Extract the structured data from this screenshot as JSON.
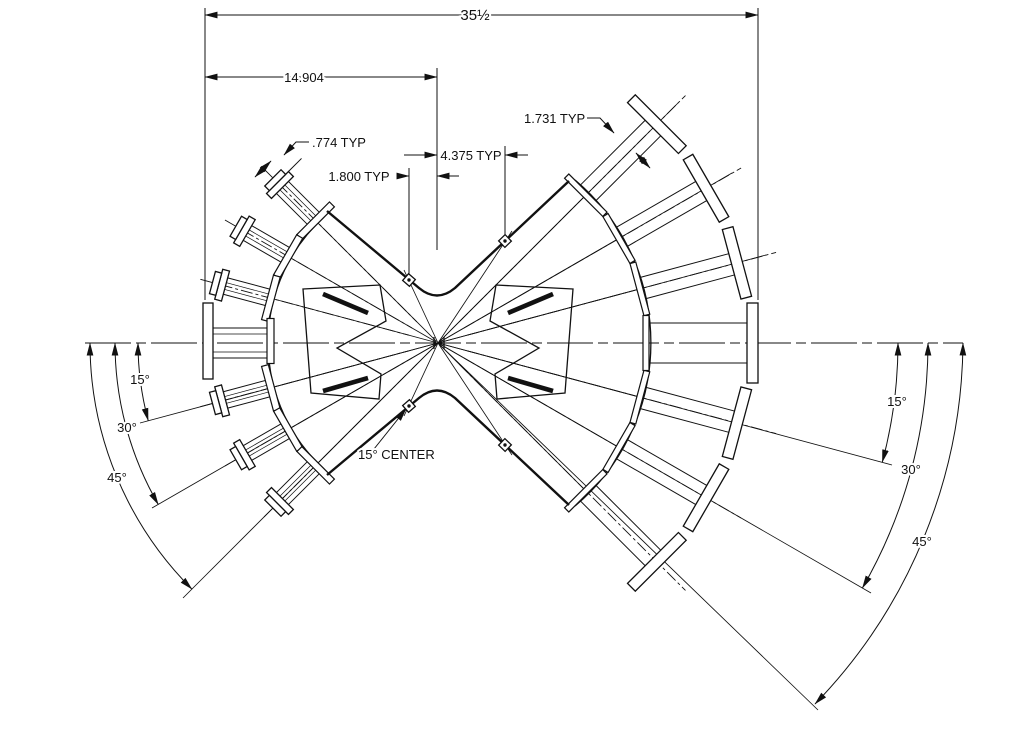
{
  "drawing": {
    "type": "engineering-cad-port-chamber-plan",
    "colors": {
      "ink": "#111111",
      "background": "#ffffff"
    },
    "dimensions": {
      "overall_width": "35½",
      "center_axis_offset": "14.904",
      "port_bore": ".774 TYP",
      "marker_offset_left": "1.800 TYP",
      "marker_offset_right": "4.375 TYP",
      "port_spacing": "1.731 TYP"
    },
    "notes": {
      "center_ports": "15° CENTER"
    },
    "angles": {
      "a15": "15°",
      "a30": "30°",
      "a45": "45°"
    }
  }
}
